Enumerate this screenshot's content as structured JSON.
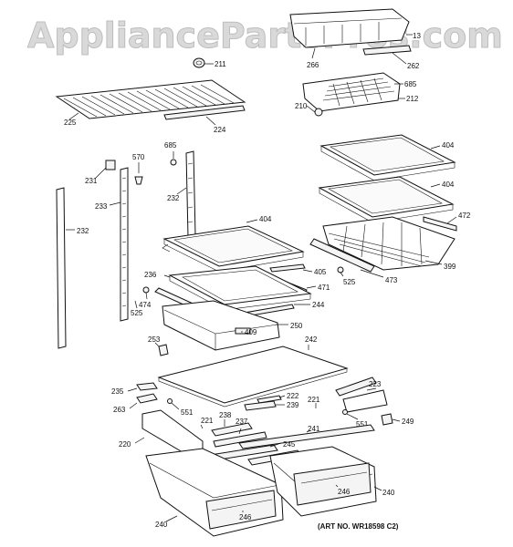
{
  "watermark": "AppliancePartsPros.com",
  "art_number": "(ART NO. WR18598 C2)",
  "labels": {
    "l13": "13",
    "l211": "211",
    "l266": "266",
    "l262": "262",
    "l685a": "685",
    "l212": "212",
    "l210": "210",
    "l225": "225",
    "l224": "224",
    "l685b": "685",
    "l570": "570",
    "l231": "231",
    "l233": "233",
    "l232a": "232",
    "l232b": "232",
    "l404a": "404",
    "l404b": "404",
    "l404c": "404",
    "l472": "472",
    "l399": "399",
    "l405": "405",
    "l471": "471",
    "l236": "236",
    "l474": "474",
    "l244": "244",
    "l525a": "525",
    "l525b": "525",
    "l473": "473",
    "l250": "250",
    "l409": "409",
    "l253": "253",
    "l242": "242",
    "l223": "223",
    "l235": "235",
    "l222": "222",
    "l239": "239",
    "l221a": "221",
    "l263": "263",
    "l551a": "551",
    "l221b": "221",
    "l238": "238",
    "l237": "237",
    "l249": "249",
    "l551b": "551",
    "l220": "220",
    "l241": "241",
    "l245": "245",
    "l246a": "246",
    "l240a": "240",
    "l240b": "240",
    "l246b": "246"
  }
}
